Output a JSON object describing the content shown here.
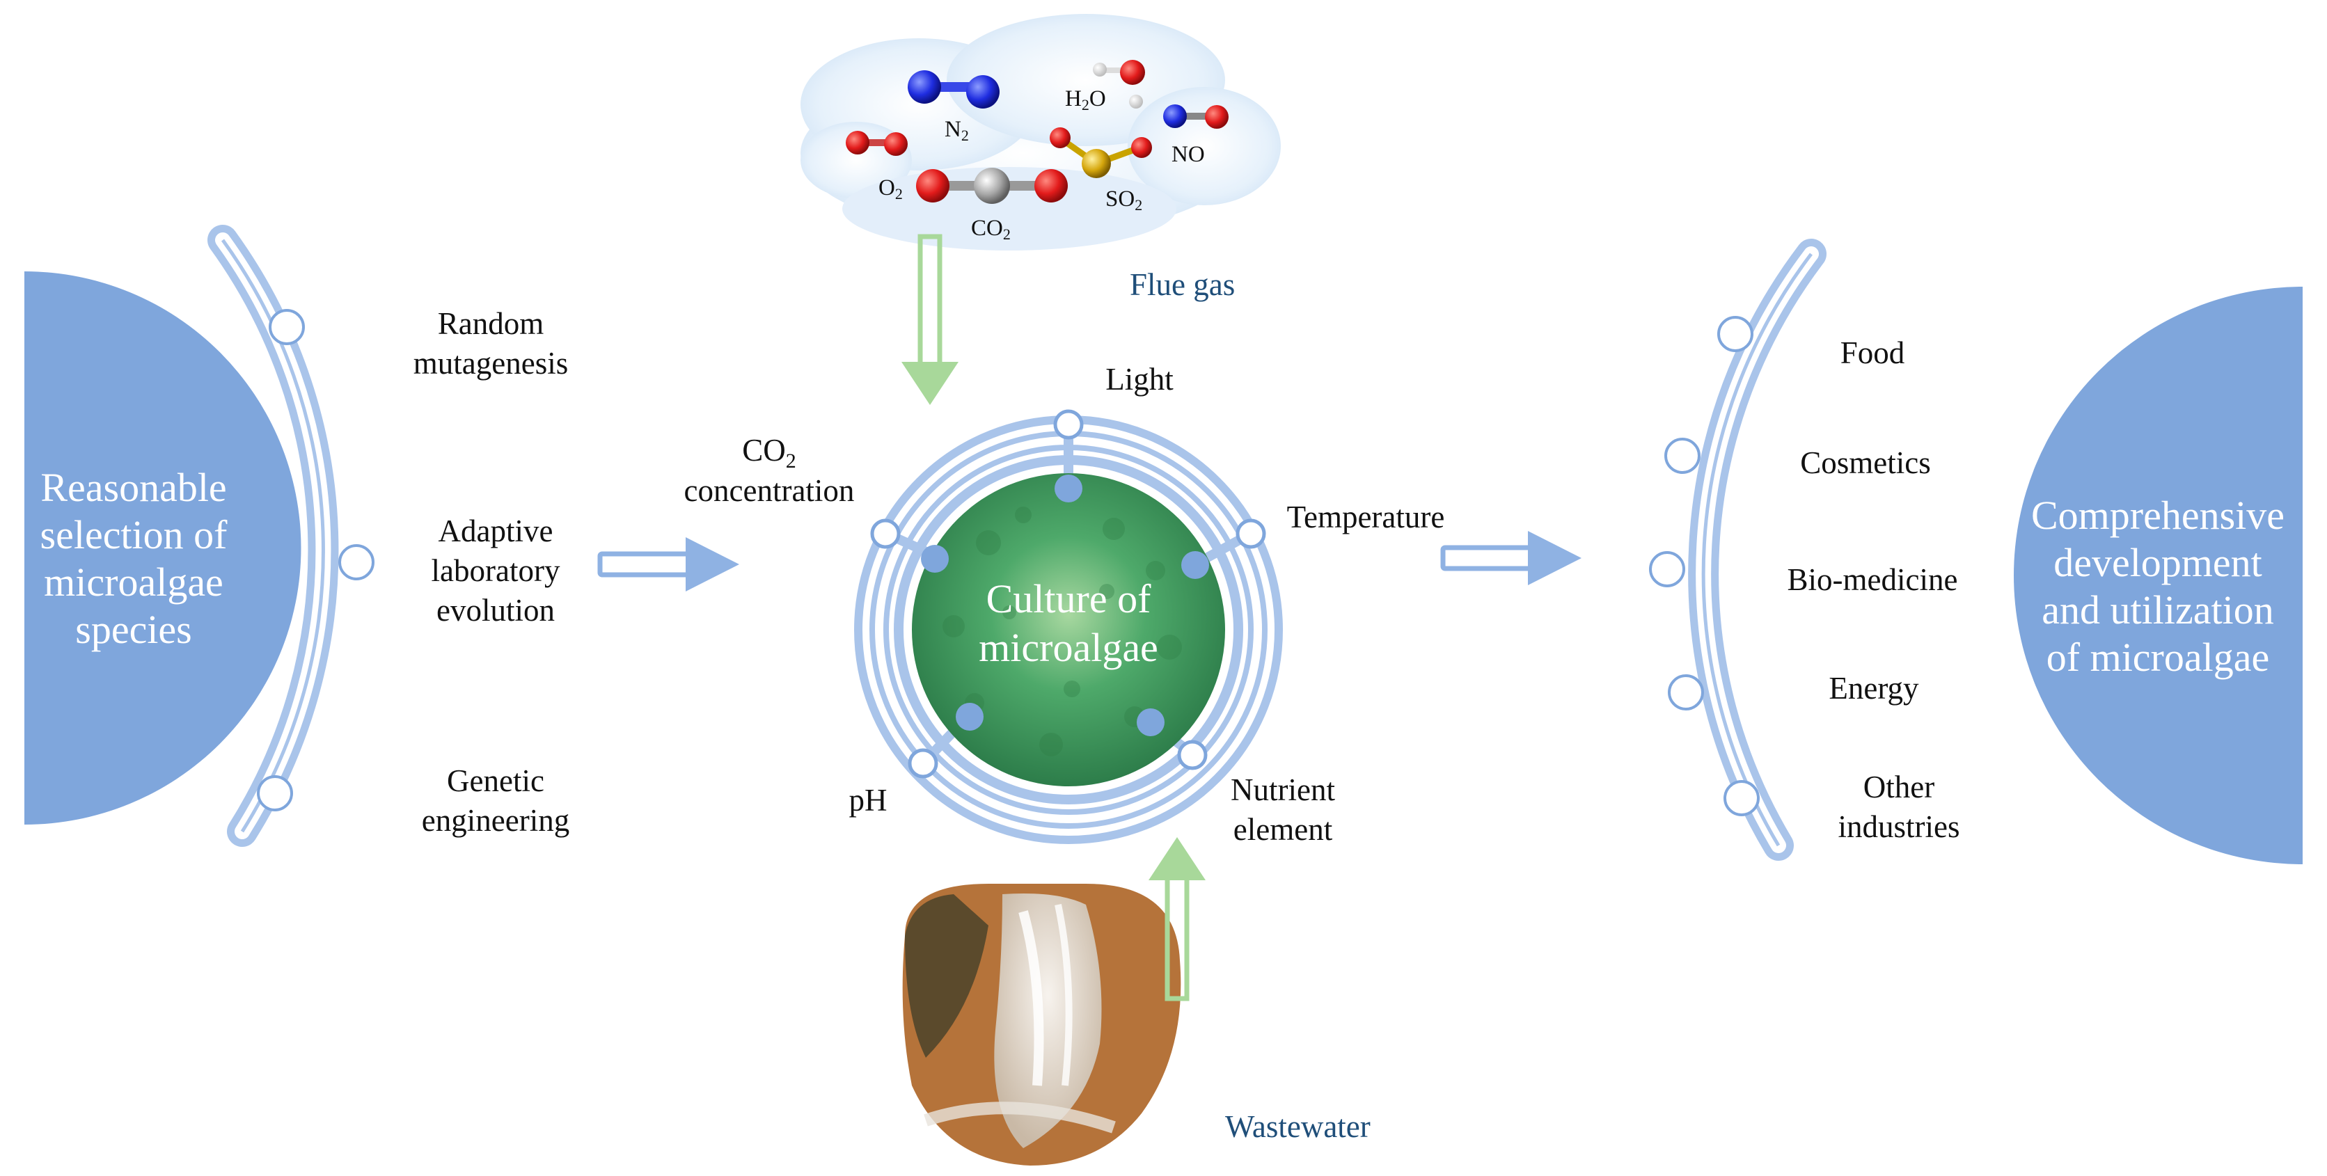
{
  "left": {
    "title_lines": [
      "Reasonable",
      "selection of",
      "microalgae",
      "species"
    ],
    "methods": [
      [
        "Random",
        "mutagenesis"
      ],
      [
        "Adaptive",
        "laboratory",
        "evolution"
      ],
      [
        "Genetic",
        "engineering"
      ]
    ]
  },
  "center": {
    "title_lines": [
      "Culture of",
      "microalgae"
    ],
    "factors": {
      "co2_main": "CO",
      "co2_sub": "2",
      "co2_line2": "concentration",
      "light": "Light",
      "temperature": "Temperature",
      "ph": "pH",
      "nutrient": [
        "Nutrient",
        "element"
      ]
    }
  },
  "flue_gas": {
    "label": "Flue gas",
    "molecules": {
      "n2": {
        "main": "N",
        "sub": "2"
      },
      "h2o": {
        "main": "H",
        "sub": "2",
        "tail": "O"
      },
      "no": {
        "main": "NO"
      },
      "o2": {
        "main": "O",
        "sub": "2"
      },
      "co2": {
        "main": "CO",
        "sub": "2"
      },
      "so2": {
        "main": "SO",
        "sub": "2"
      }
    }
  },
  "wastewater": {
    "label": "Wastewater"
  },
  "right": {
    "title_lines": [
      "Comprehensive",
      "development",
      "and utilization",
      "of microalgae"
    ],
    "applications": [
      [
        "Food"
      ],
      [
        "Cosmetics"
      ],
      [
        "Bio-medicine"
      ],
      [
        "Energy"
      ],
      [
        "Other",
        "industries"
      ]
    ]
  },
  "colors": {
    "blue": "#7fa6dc",
    "arc_blue": "#a9c4ea",
    "green_arrow": "#a8d89a",
    "algae_green": "#3f9a5e"
  }
}
